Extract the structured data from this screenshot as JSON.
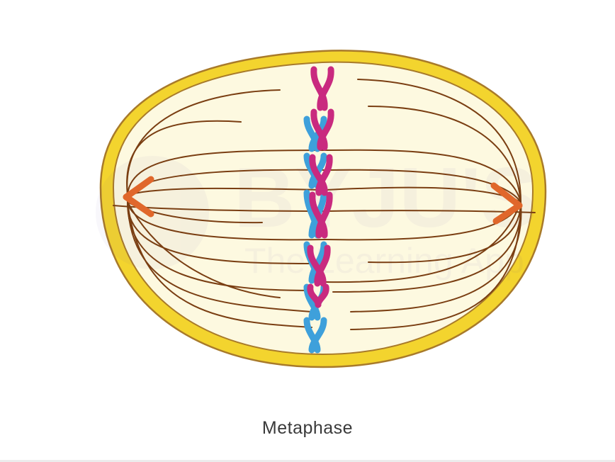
{
  "caption": "Metaphase",
  "watermark": {
    "brand": "BYJU'S",
    "tagline": "The Learning App"
  },
  "colors": {
    "cell_membrane": "#f3d42e",
    "membrane_outline": "#a87a2a",
    "cytoplasm": "#fdf9e0",
    "spindle_fibers": "#7a3e12",
    "centrioles": "#e0672b",
    "chromosome_magenta": "#c92a7f",
    "chromosome_blue": "#3ea0db"
  }
}
